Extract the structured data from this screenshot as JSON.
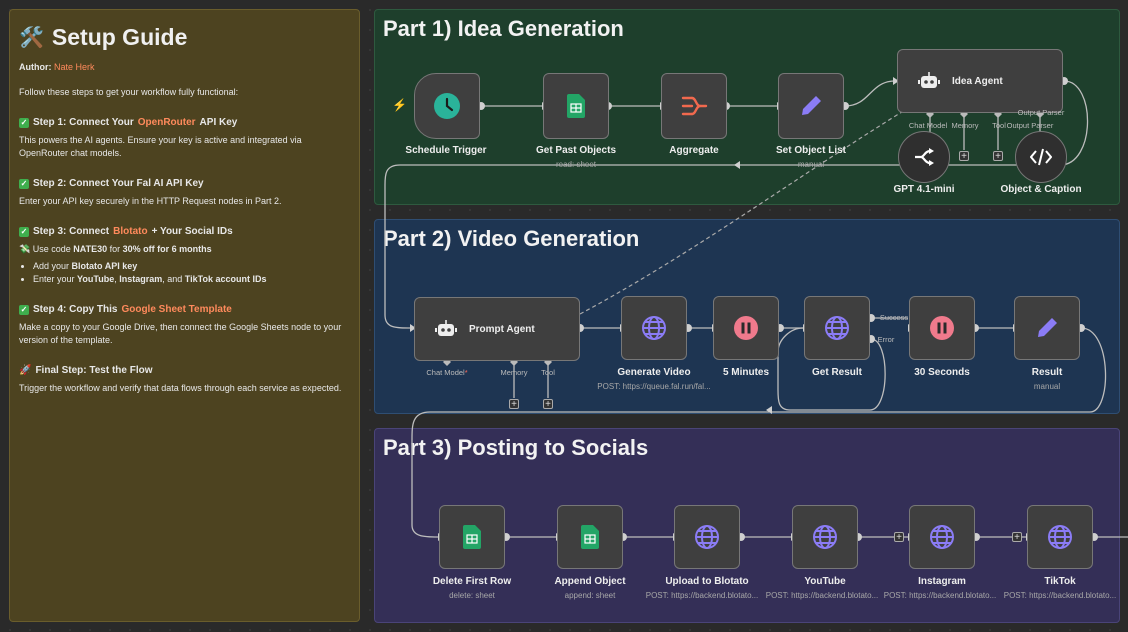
{
  "guide": {
    "title": "Setup Guide",
    "author_label": "Author:",
    "author_name": "Nate Herk",
    "intro": "Follow these steps to get your workflow fully functional:",
    "step1_pre": "Step 1: Connect Your",
    "step1_link": "OpenRouter",
    "step1_post": "API Key",
    "step1_text": "This powers the AI agents. Ensure your key is active and integrated via OpenRouter chat models.",
    "step2_title": "Step 2: Connect Your Fal AI API Key",
    "step2_text": "Enter your API key securely in the HTTP Request nodes in Part 2.",
    "step3_pre": "Step 3: Connect",
    "step3_link": "Blotato",
    "step3_post": "+ Your Social IDs",
    "step3_code_pre": "Use code",
    "step3_code": "NATE30",
    "step3_code_mid": "for",
    "step3_code_offer": "30% off for 6 months",
    "step3_b1_pre": "Add your",
    "step3_b1_bold": "Blotato API key",
    "step3_b2_pre": "Enter your",
    "step3_b2_yt": "YouTube",
    "step3_b2_ig": "Instagram",
    "step3_b2_and": ", and",
    "step3_b2_tt": "TikTok account IDs",
    "step4_pre": "Step 4: Copy This",
    "step4_link": "Google Sheet Template",
    "step4_text": "Make a copy to your Google Drive, then connect the Google Sheets node to your version of the template.",
    "final_title": "Final Step: Test the Flow",
    "final_text": "Trigger the workflow and verify that data flows through each service as expected."
  },
  "sections": {
    "part1": "Part 1) Idea Generation",
    "part2": "Part 2) Video Generation",
    "part3": "Part 3) Posting to Socials"
  },
  "part1": {
    "schedule": "Schedule Trigger",
    "past_objects": "Get Past Objects",
    "past_objects_sub": "read: sheet",
    "aggregate": "Aggregate",
    "set_list": "Set Object List",
    "set_list_sub": "manual",
    "idea_agent": "Idea Agent",
    "port_chat": "Chat Model",
    "port_memory": "Memory",
    "port_tool": "Tool",
    "port_output": "Output Parser",
    "gpt": "GPT 4.1-mini",
    "caption": "Object & Caption"
  },
  "part2": {
    "prompt_agent": "Prompt Agent",
    "port_chat": "Chat Model",
    "port_required": "*",
    "port_memory": "Memory",
    "port_tool": "Tool",
    "gen_video": "Generate Video",
    "gen_video_sub": "POST: https://queue.fal.run/fal...",
    "five_min": "5 Minutes",
    "get_result": "Get Result",
    "success": "Success",
    "error": "Error",
    "thirty_sec": "30 Seconds",
    "result": "Result",
    "result_sub": "manual"
  },
  "part3": {
    "delete_row": "Delete First Row",
    "delete_sub": "delete: sheet",
    "append": "Append Object",
    "append_sub": "append: sheet",
    "upload": "Upload to Blotato",
    "upload_sub": "POST: https://backend.blotato...",
    "youtube": "YouTube",
    "youtube_sub": "POST: https://backend.blotato...",
    "instagram": "Instagram",
    "instagram_sub": "POST: https://backend.blotato...",
    "tiktok": "TikTok",
    "tiktok_sub": "POST: https://backend.blotato..."
  },
  "icons": {
    "tools": "tools-icon",
    "clock": "clock-icon",
    "sheet": "google-sheets-icon",
    "aggregate": "aggregate-icon",
    "pencil": "pencil-icon",
    "robot": "robot-icon",
    "globe": "globe-icon",
    "pause": "pause-icon",
    "code": "code-icon",
    "openrouter": "openrouter-icon"
  },
  "colors": {
    "accent": "#ff8a5c",
    "sheet_green": "#23a566",
    "globe_purple": "#8b7cf6",
    "pause_pink": "#f07a8c",
    "clock_teal": "#2ab39a",
    "aggregate_red": "#f2694e"
  }
}
